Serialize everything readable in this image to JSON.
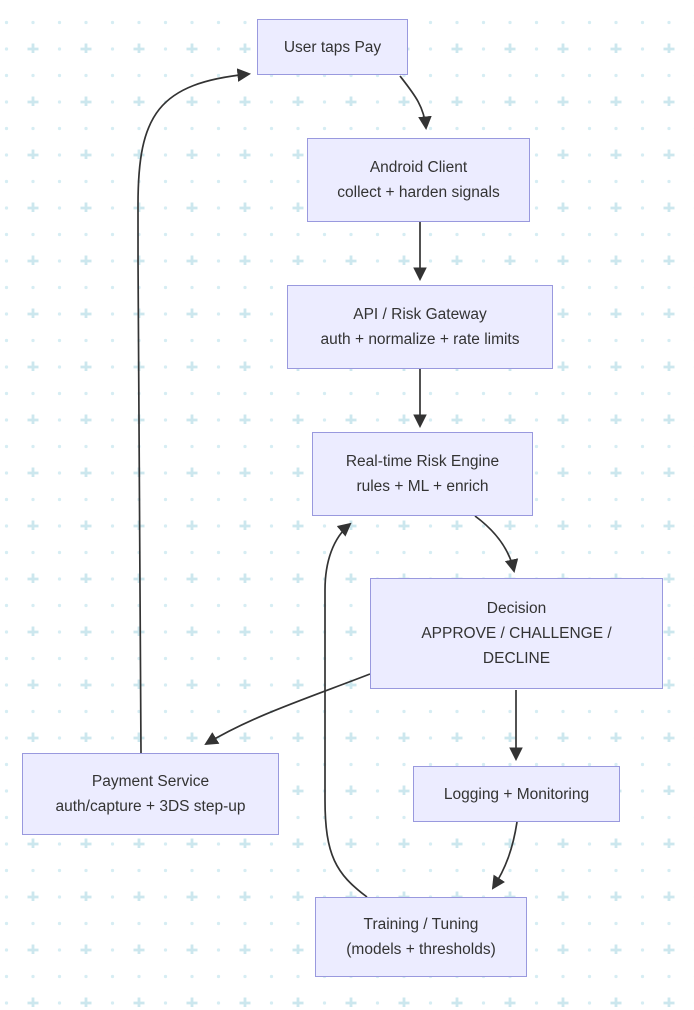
{
  "diagram": {
    "type": "flowchart",
    "nodes": [
      {
        "id": "user_taps_pay",
        "lines": [
          "User taps Pay"
        ]
      },
      {
        "id": "android_client",
        "lines": [
          "Android Client",
          "collect + harden signals"
        ]
      },
      {
        "id": "api_risk_gateway",
        "lines": [
          "API / Risk Gateway",
          "auth + normalize + rate limits"
        ]
      },
      {
        "id": "realtime_risk_engine",
        "lines": [
          "Real-time Risk Engine",
          "rules + ML + enrich"
        ]
      },
      {
        "id": "decision",
        "lines": [
          "Decision",
          "APPROVE / CHALLENGE /",
          "DECLINE"
        ]
      },
      {
        "id": "payment_service",
        "lines": [
          "Payment Service",
          "auth/capture + 3DS step-up"
        ]
      },
      {
        "id": "logging_monitoring",
        "lines": [
          "Logging + Monitoring"
        ]
      },
      {
        "id": "training_tuning",
        "lines": [
          "Training / Tuning",
          "(models + thresholds)"
        ]
      }
    ],
    "edges": [
      {
        "from": "user_taps_pay",
        "to": "android_client"
      },
      {
        "from": "android_client",
        "to": "api_risk_gateway"
      },
      {
        "from": "api_risk_gateway",
        "to": "realtime_risk_engine"
      },
      {
        "from": "realtime_risk_engine",
        "to": "decision"
      },
      {
        "from": "decision",
        "to": "payment_service"
      },
      {
        "from": "decision",
        "to": "logging_monitoring"
      },
      {
        "from": "logging_monitoring",
        "to": "training_tuning"
      },
      {
        "from": "training_tuning",
        "to": "realtime_risk_engine"
      },
      {
        "from": "payment_service",
        "to": "user_taps_pay"
      }
    ],
    "colors": {
      "node_fill": "#ECECFF",
      "node_border": "#9999de",
      "edge": "#333333",
      "text": "#333333",
      "background": "#ffffff",
      "bg_dot": "#d6edf3",
      "bg_plus": "#cce7ee"
    }
  }
}
